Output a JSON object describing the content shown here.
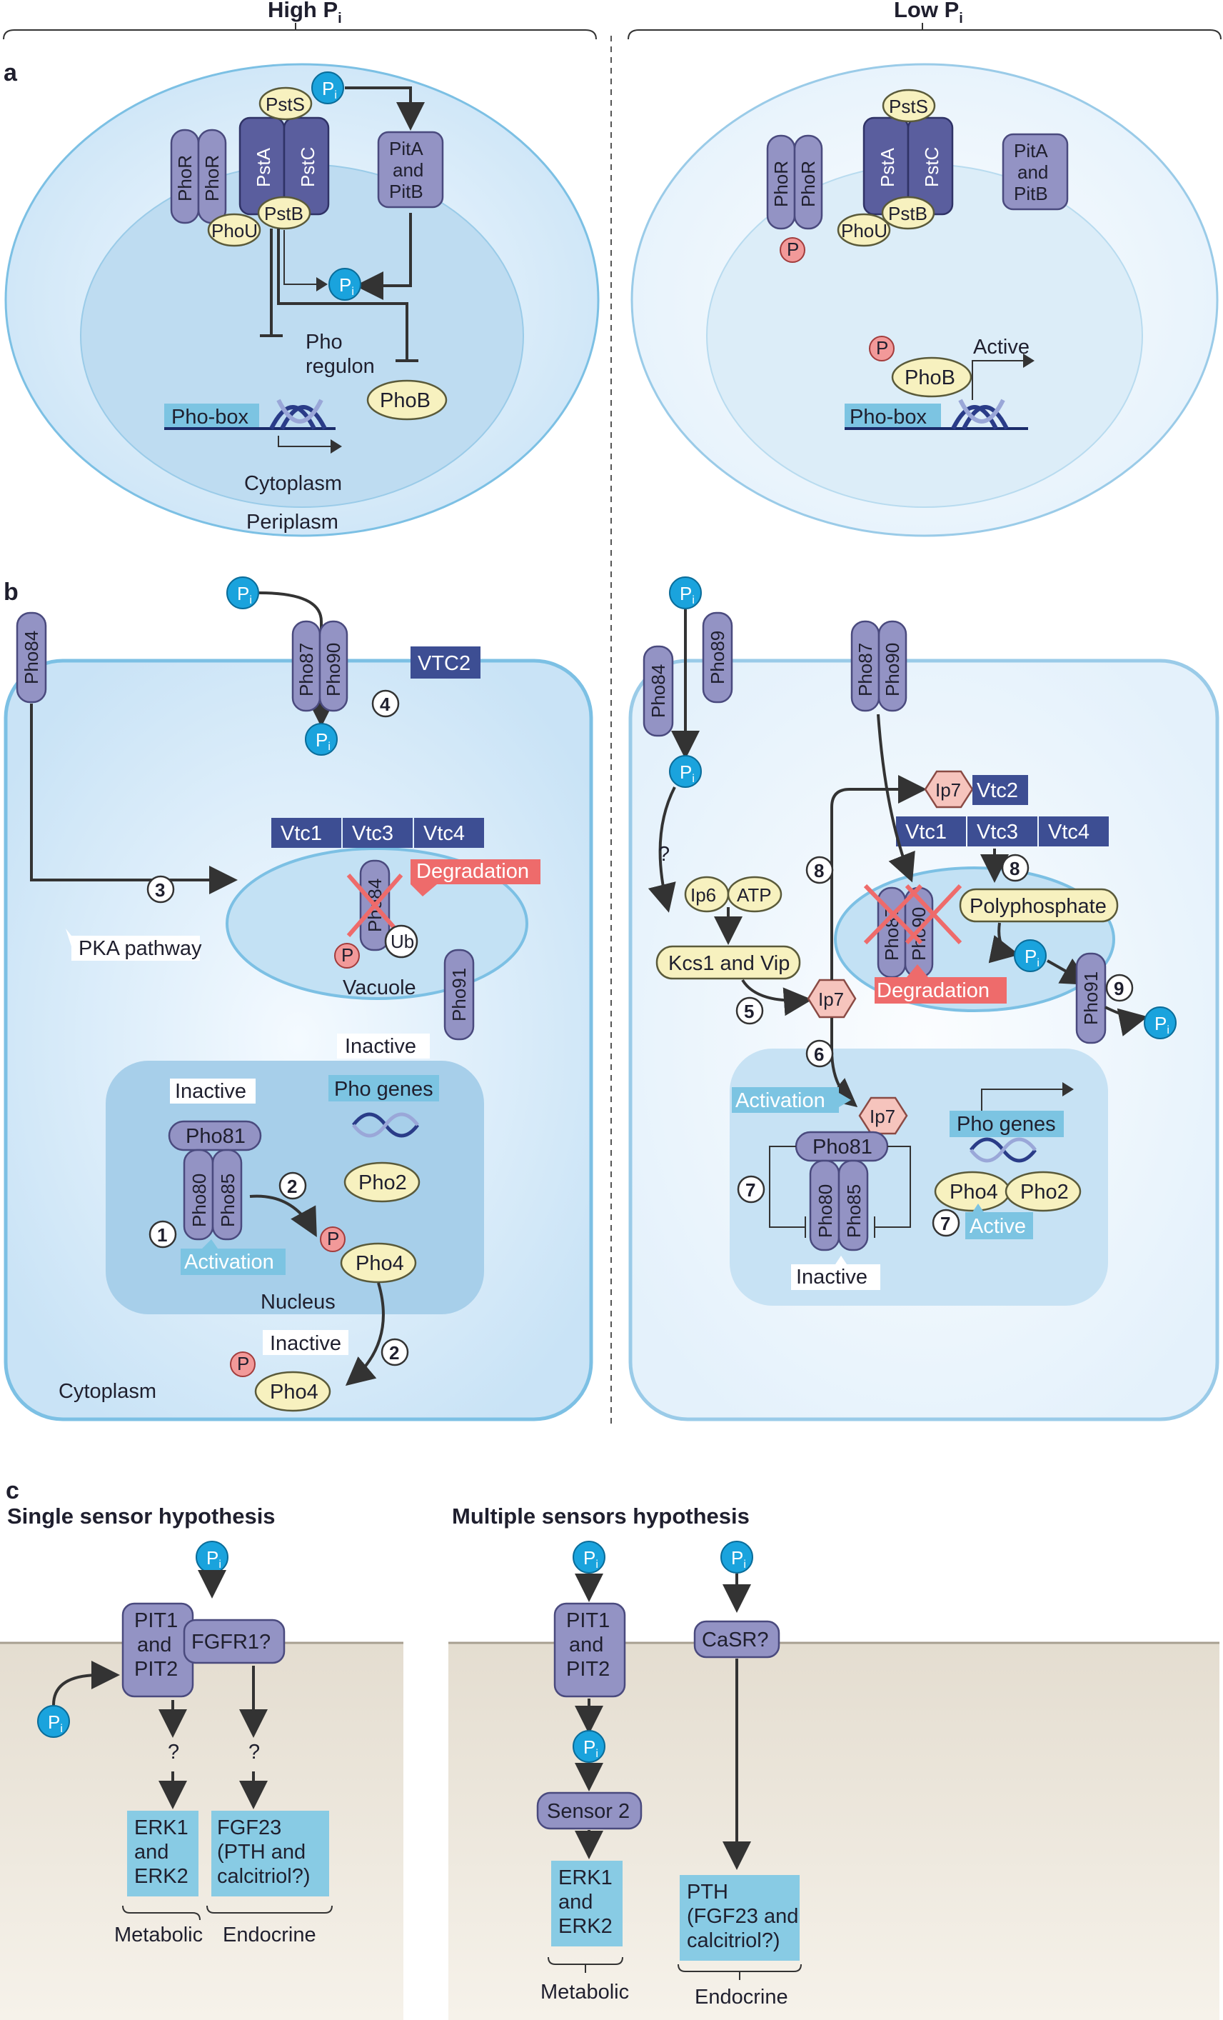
{
  "header": {
    "left": "High P",
    "right": "Low P",
    "sub": "i"
  },
  "panels": {
    "a": "a",
    "b": "b",
    "c": "c"
  },
  "a_left": {
    "pstS": "PstS",
    "pstA": "PstA",
    "pstC": "PstC",
    "pstB": "PstB",
    "phoU": "PhoU",
    "phoR": "PhoR",
    "pit_line1": "PitA",
    "pit_line2": "and",
    "pit_line3": "PitB",
    "pi": "P",
    "pi_sub": "i",
    "pho_regulon_1": "Pho",
    "pho_regulon_2": "regulon",
    "phoB": "PhoB",
    "pho_box": "Pho-box",
    "cytoplasm": "Cytoplasm",
    "periplasm": "Periplasm"
  },
  "a_right": {
    "pstS": "PstS",
    "pstA": "PstA",
    "pstC": "PstC",
    "pstB": "PstB",
    "phoU": "PhoU",
    "phoR": "PhoR",
    "p": "P",
    "pit_line1": "PitA",
    "pit_line2": "and",
    "pit_line3": "PitB",
    "phoB": "PhoB",
    "active": "Active",
    "pho_box": "Pho-box"
  },
  "b_left": {
    "pho84": "Pho84",
    "pho87": "Pho87",
    "pho90": "Pho90",
    "vtc2": "VTC2",
    "vtc1": "Vtc1",
    "vtc3": "Vtc3",
    "vtc4": "Vtc4",
    "degradation": "Degradation",
    "ub": "Ub",
    "pka": "PKA pathway",
    "vacuole": "Vacuole",
    "pho91": "Pho91",
    "inactive_genes": "Inactive",
    "pho_genes": "Pho genes",
    "inactive_81": "Inactive",
    "pho81": "Pho81",
    "pho80": "Pho80",
    "pho85": "Pho85",
    "pho2": "Pho2",
    "activation": "Activation",
    "pho4": "Pho4",
    "nucleus": "Nucleus",
    "inactive_pho4": "Inactive",
    "cytoplasm": "Cytoplasm",
    "n1": "1",
    "n2": "2",
    "n2b": "2",
    "n3": "3",
    "n4": "4"
  },
  "b_right": {
    "pho84": "Pho84",
    "pho89": "Pho89",
    "pho87": "Pho87",
    "pho90": "Pho90",
    "q": "?",
    "ip6": "Ip6",
    "atp": "ATP",
    "kcs1": "Kcs1 and Vip",
    "ip7": "Ip7",
    "vtc2": "Vtc2",
    "vtc1": "Vtc1",
    "vtc3": "Vtc3",
    "vtc4": "Vtc4",
    "polyphosphate": "Polyphosphate",
    "degradation": "Degradation",
    "pho91": "Pho91",
    "activation": "Activation",
    "pho81": "Pho81",
    "pho80": "Pho80",
    "pho85": "Pho85",
    "inactive": "Inactive",
    "pho_genes": "Pho genes",
    "pho4": "Pho4",
    "pho2": "Pho2",
    "active": "Active",
    "n5": "5",
    "n6": "6",
    "n7a": "7",
    "n7b": "7",
    "n8a": "8",
    "n8b": "8",
    "n9": "9"
  },
  "c_left": {
    "title": "Single sensor hypothesis",
    "pit_1": "PIT1",
    "pit_2": "and",
    "pit_3": "PIT2",
    "fgfr1": "FGFR1?",
    "q1": "?",
    "q2": "?",
    "erk_1": "ERK1",
    "erk_2": "and",
    "erk_3": "ERK2",
    "fgf_1": "FGF23",
    "fgf_2": "(PTH and",
    "fgf_3": "calcitriol?)",
    "metabolic": "Metabolic",
    "endocrine": "Endocrine"
  },
  "c_right": {
    "title": "Multiple sensors hypothesis",
    "pit_1": "PIT1",
    "pit_2": "and",
    "pit_3": "PIT2",
    "casr": "CaSR?",
    "sensor2": "Sensor 2",
    "erk_1": "ERK1",
    "erk_2": "and",
    "erk_3": "ERK2",
    "pth_1": "PTH",
    "pth_2": "(FGF23 and",
    "pth_3": "calcitriol?)",
    "metabolic": "Metabolic",
    "endocrine": "Endocrine"
  },
  "colors": {
    "pi": "#1aa3dd",
    "phospho": "#f29999",
    "protein": "#9393c4",
    "vtc": "#3d4e93",
    "label_blue": "#7cc4e2",
    "degradation": "#ee6b6b",
    "yellow": "#f7f1bf"
  }
}
